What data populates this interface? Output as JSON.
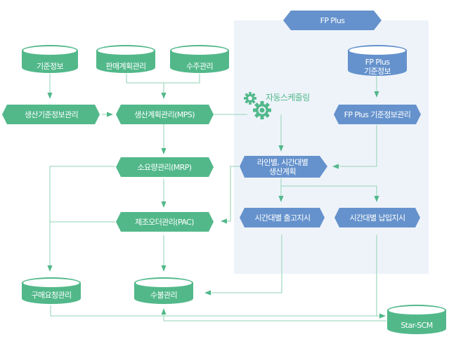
{
  "colors": {
    "green": "#52b88a",
    "green_top": "#ffffff",
    "blue": "#6592cc",
    "panel": "#eef3fa",
    "line": "#a8dcc4",
    "arrow": "#52b88a"
  },
  "fp_plus_panel": {
    "title": "FP Plus",
    "db_fp_plus_info": [
      "FP Plus",
      "기준정보"
    ],
    "fp_plus_info_mgmt": "FP Plus 기준정보관리",
    "auto_scheduling": "자동스케줄링",
    "line_time_plan": [
      "라인별, 시간대별",
      "생산계획"
    ],
    "time_issue_instruction": "시간대별 출고지시",
    "time_receive_instruction": "시간대별 납입지시"
  },
  "databases": {
    "base_info": "기준정보",
    "sales_plan": "판매계획관리",
    "order_mgmt": "수주관리",
    "purchase_request": "구매요청관리",
    "inventory": "수불관리",
    "star_scm": "Star-SCM"
  },
  "processes": {
    "prod_base_info": "생산기준정보관리",
    "mps": "생산계획관리(MPS)",
    "mrp": "소요량관리(MRP)",
    "pac": "제조오더관리(PAC)"
  }
}
